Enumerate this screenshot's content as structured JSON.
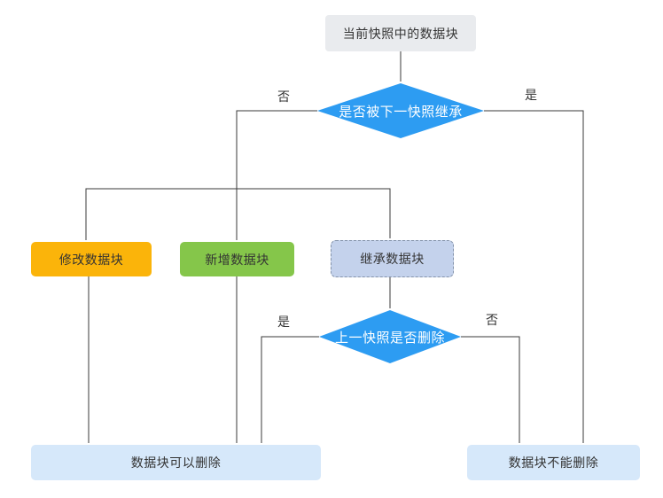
{
  "nodes": {
    "current_block": {
      "label": "当前快照中的数据块"
    },
    "q_inherited_by_next": {
      "label": "是否被下一快照继承"
    },
    "modified_block": {
      "label": "修改数据块"
    },
    "new_block": {
      "label": "新增数据块"
    },
    "inherited_block": {
      "label": "继承数据块"
    },
    "q_prev_snap_deleted": {
      "label": "上一快照是否删除"
    },
    "deletable": {
      "label": "数据块可以删除"
    },
    "not_deletable": {
      "label": "数据块不能删除"
    }
  },
  "edge_labels": {
    "d1_no": "否",
    "d1_yes": "是",
    "d2_yes": "是",
    "d2_no": "否"
  },
  "colors": {
    "decision_fill": "#2D9CF2",
    "decision_text": "#FFFFFF",
    "start_fill": "#E9EBEE",
    "modified_fill": "#FBB40A",
    "new_fill": "#85C64A",
    "inherited_fill": "#C4D2EC",
    "inherited_border": "#8493AA",
    "result_fill": "#D6E8FA",
    "text": "#333333",
    "line": "#383838"
  }
}
